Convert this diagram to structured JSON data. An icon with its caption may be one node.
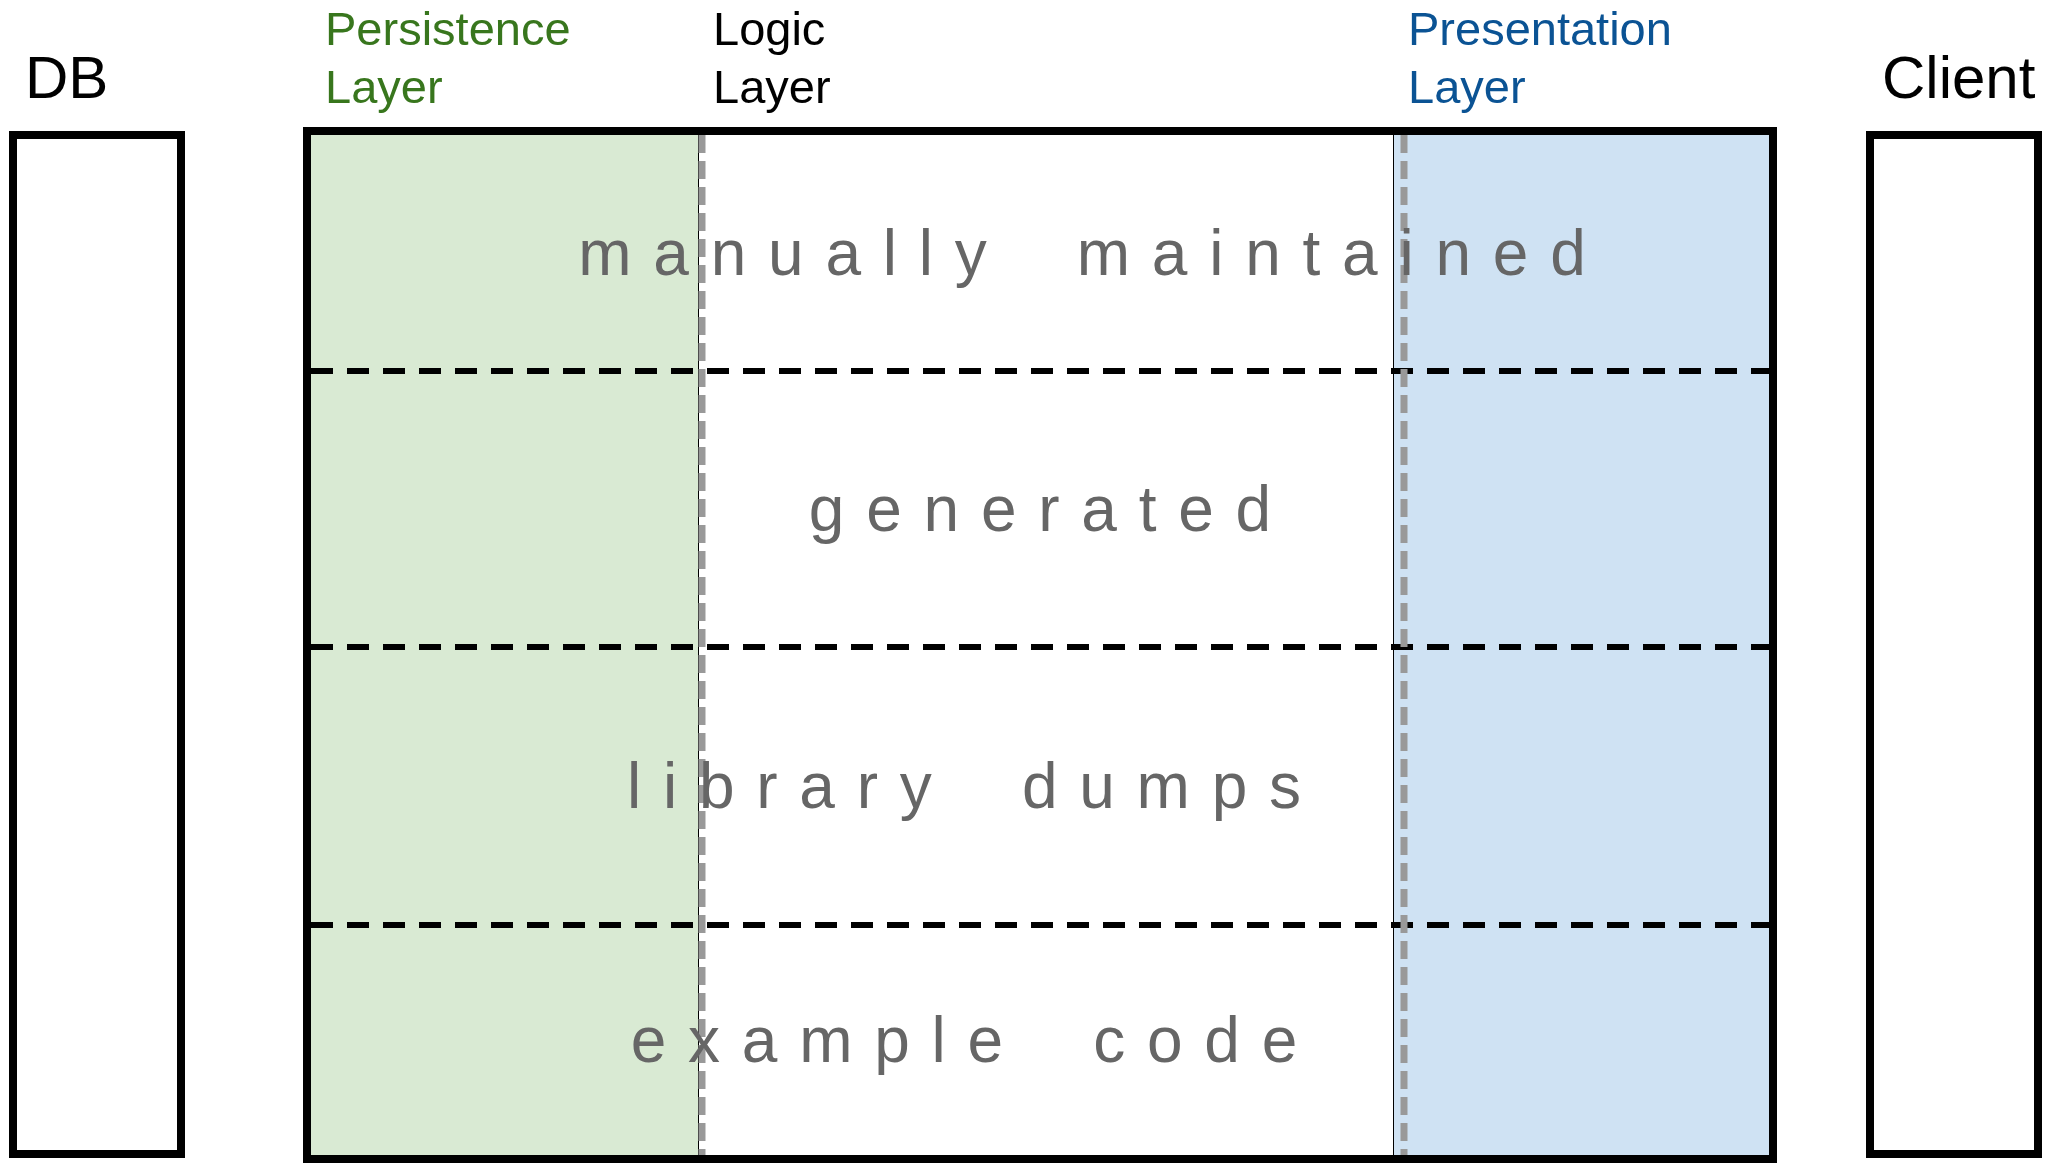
{
  "diagram": {
    "nodes": [
      {
        "text": [
          "DB"
        ]
      },
      {
        "text": [],
        "shape": "box"
      },
      {
        "text": [
          "Persistence Layer"
        ],
        "in": 1
      },
      {
        "text": [
          "Logic Layer"
        ]
      },
      {
        "text": [
          "Presentation Layer"
        ],
        "in": 1
      },
      {
        "text": [
          "manually maintained"
        ],
        "in": 1
      },
      {
        "text": [
          "generated"
        ],
        "in": 1
      },
      {
        "text": [
          "library dumps"
        ],
        "in": 1
      },
      {
        "text": [
          "example code"
        ],
        "in": 1
      },
      {
        "text": [
          "Client"
        ]
      }
    ],
    "edges": []
  }
}
